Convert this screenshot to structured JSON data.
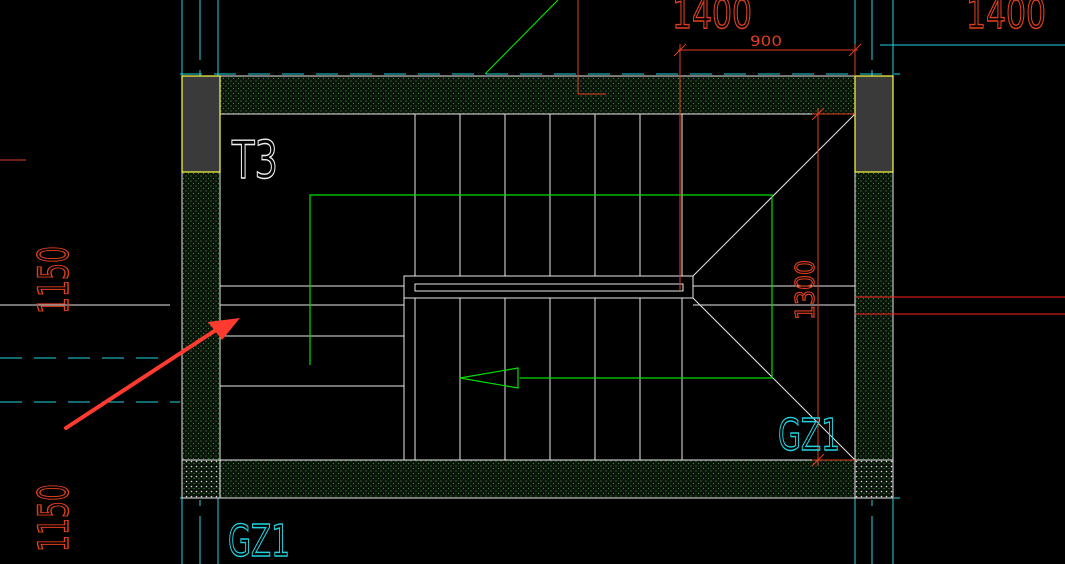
{
  "drawing": {
    "space_label": "T3",
    "column_labels": [
      "GZ1",
      "GZ1"
    ],
    "dimensions": {
      "top_left": "1400",
      "top_right": "1400",
      "top_span": "900",
      "vertical_right": "1300",
      "left_upper": "1150",
      "left_lower": "1150"
    }
  },
  "colors": {
    "background": "#000000",
    "white_lines": "#e8e8e8",
    "green": "#00e000",
    "cyan": "#22d3e0",
    "red_dim": "#e0401e",
    "red_line": "#ff2020",
    "yellow": "#ffff44",
    "hatch": "#2a7a2a",
    "column_fill": "#3a3a3a",
    "arrow": "#ff3b30"
  }
}
